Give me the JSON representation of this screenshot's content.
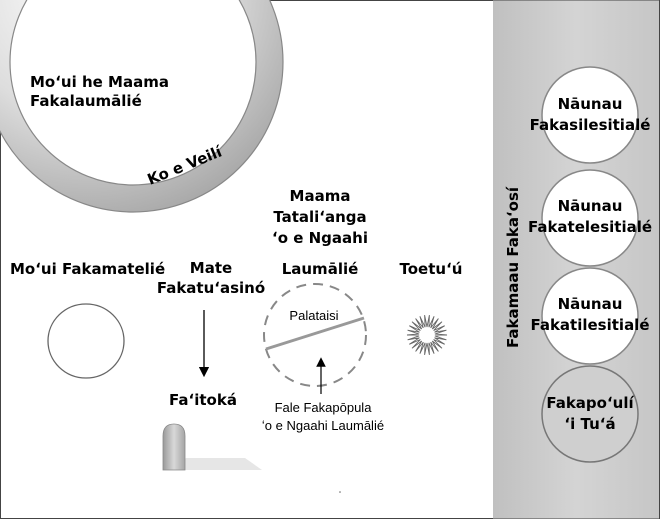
{
  "veil_circle": {
    "line1": "Moʻui he Maama",
    "line2": "Fakalaumālié",
    "veil_label": "Ko e Veilí"
  },
  "mortal_life": {
    "label": "Moʻui Fakamatelié"
  },
  "death": {
    "line1": "Mate",
    "line2": "Fakatuʻasinó"
  },
  "grave": {
    "label": "Faʻitoká"
  },
  "spirit_world": {
    "line1": "Maama",
    "line2": "Tataliʻanga",
    "line3": "ʻo e Ngaahi",
    "line4": "Laumālié",
    "paradise": "Palataisi",
    "prison_line1": "Fale Fakapōpula",
    "prison_line2": "ʻo e Ngaahi Laumālié"
  },
  "resurrection": {
    "label": "Toetuʻú"
  },
  "final_judgment": {
    "label": "Fakamaau Fakaʻosí"
  },
  "kingdoms": [
    {
      "line1": "Nāunau",
      "line2": "Fakasilesitialé"
    },
    {
      "line1": "Nāunau",
      "line2": "Fakatelesitialé"
    },
    {
      "line1": "Nāunau",
      "line2": "Fakatilesitialé"
    },
    {
      "line1": "Fakapoʻulí",
      "line2": "ʻi Tuʻá"
    }
  ],
  "colors": {
    "gray_band": "#c8c8c8",
    "outer_darkness_fill": "#cfcfcf",
    "stroke": "#777777",
    "text": "#000000"
  }
}
